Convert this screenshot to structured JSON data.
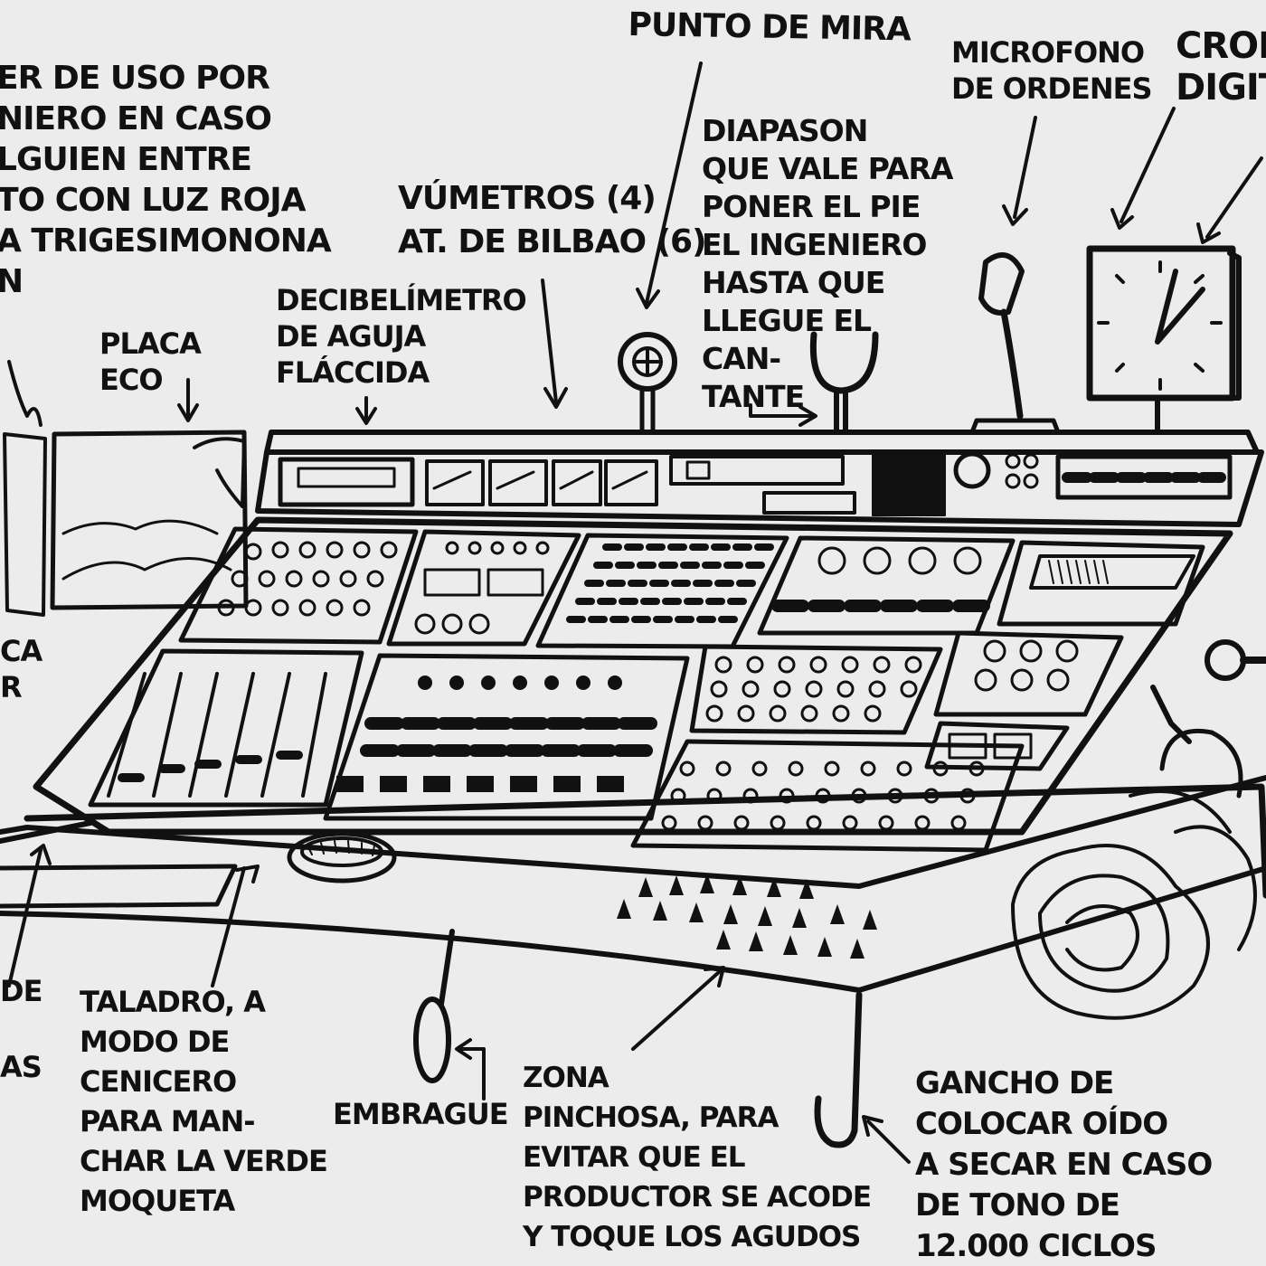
{
  "labels": {
    "punto_de_mira": "PUNTO DE MIRA",
    "microfono": "MICROFONO\nDE ORDENES",
    "cronometro": "CRON\nDIGIT",
    "power": "ER DE USO POR\nNIERO EN CASO\nLGUIEN ENTRE\nTO CON LUZ ROJA\nA TRIGESIMONONA\nN",
    "diapason": "DIAPASON\nQUE VALE PARA\nPONER EL PIE\nEL INGENIERO\nHASTA QUE\nLLEGUE EL\nCAN-\nTANTE",
    "vumetros": "VÚMETROS (4)\nAT. DE BILBAO (6)",
    "decibelimetro": "DECIBELÍMETRO\nDE AGUJA\nFLÁCCIDA",
    "placa": "PLACA\nECO",
    "left_partial_1": "CA\nR",
    "left_partial_2": "DE\n\nAS",
    "taladro": "TALADRO, A\nMODO DE\nCENICERO\nPARA MAN-\nCHAR LA VERDE\nMOQUETA",
    "embrague": "EMBRAGUE",
    "zona": "ZONA\nPINCHOSA, PARA\nEVITAR QUE EL\nPRODUCTOR SE ACODE\nY TOQUE LOS AGUDOS",
    "gancho": "GANCHO DE\nCOLOCAR OÍDO\nA SECAR EN CASO\nDE TONO DE\n12.000 CICLOS"
  },
  "colors": {
    "ink": "#111111",
    "paper": "#ececec"
  },
  "icons": {
    "sight": "crosshair-sight-icon",
    "tuning_fork": "tuning-fork-icon",
    "microphone": "microphone-icon",
    "chronometer": "clock-icon",
    "drill_ashtray": "ashtray-icon",
    "clutch": "clutch-pedal-icon",
    "hook": "hook-icon"
  }
}
